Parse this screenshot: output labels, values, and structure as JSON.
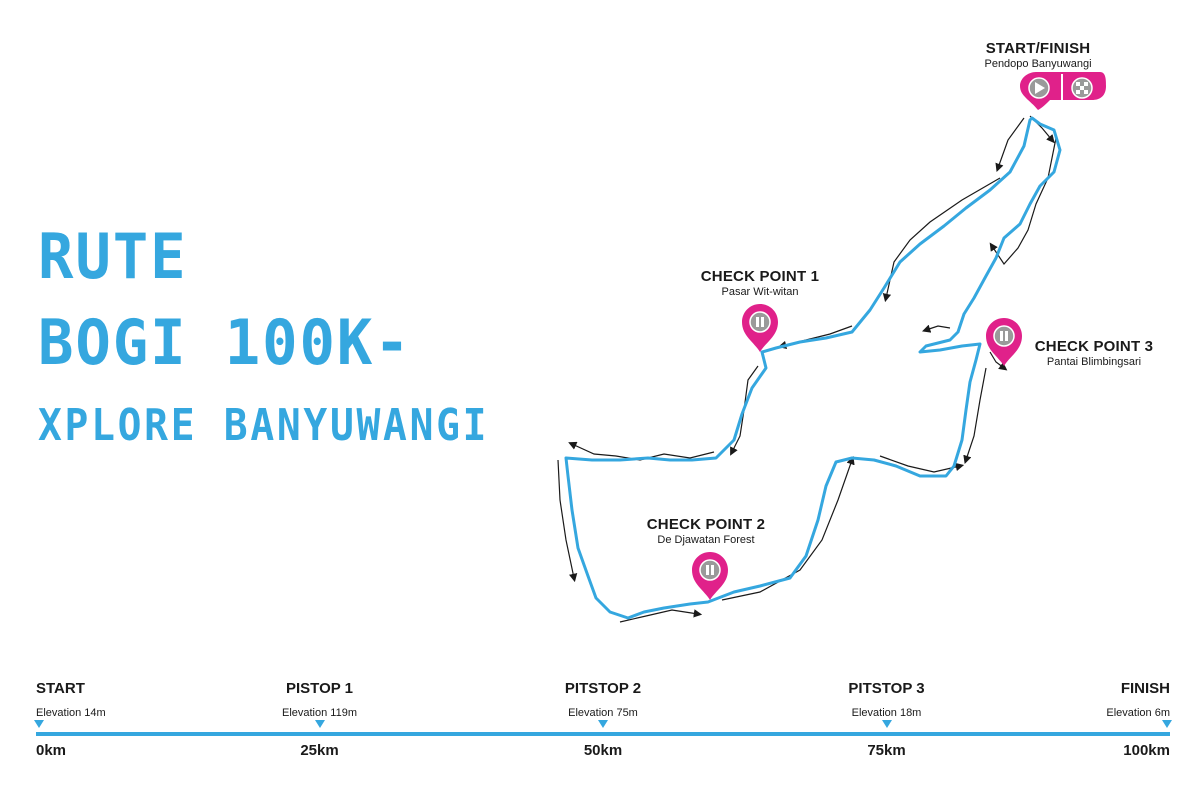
{
  "title": {
    "line1": "RUTE",
    "line2": "BOGI 100K-",
    "line3": "XPLORE BANYUWANGI"
  },
  "colors": {
    "route": "#35a7df",
    "marker": "#e0218a",
    "text": "#1a1a1a",
    "accent_title": "#35a7df"
  },
  "map": {
    "start_finish": {
      "name": "START/FINISH",
      "place": "Pendopo Banyuwangi",
      "icons": [
        "play-icon",
        "checkered-flag-icon"
      ]
    },
    "checkpoints": [
      {
        "name": "CHECK POINT 1",
        "place": "Pasar Wit-witan",
        "icon": "pause-icon"
      },
      {
        "name": "CHECK POINT 2",
        "place": "De Djawatan Forest",
        "icon": "pause-icon"
      },
      {
        "name": "CHECK POINT 3",
        "place": "Pantai Blimbingsari",
        "icon": "pause-icon"
      }
    ]
  },
  "timeline": {
    "stops": [
      {
        "name": "START",
        "elevation": "Elevation 14m",
        "km": "0km",
        "fraction": 0
      },
      {
        "name": "PISTOP 1",
        "elevation": "Elevation 119m",
        "km": "25km",
        "fraction": 0.25
      },
      {
        "name": "PITSTOP 2",
        "elevation": "Elevation 75m",
        "km": "50km",
        "fraction": 0.5
      },
      {
        "name": "PITSTOP 3",
        "elevation": "Elevation 18m",
        "km": "75km",
        "fraction": 0.75
      },
      {
        "name": "FINISH",
        "elevation": "Elevation 6m",
        "km": "100km",
        "fraction": 1
      }
    ]
  }
}
